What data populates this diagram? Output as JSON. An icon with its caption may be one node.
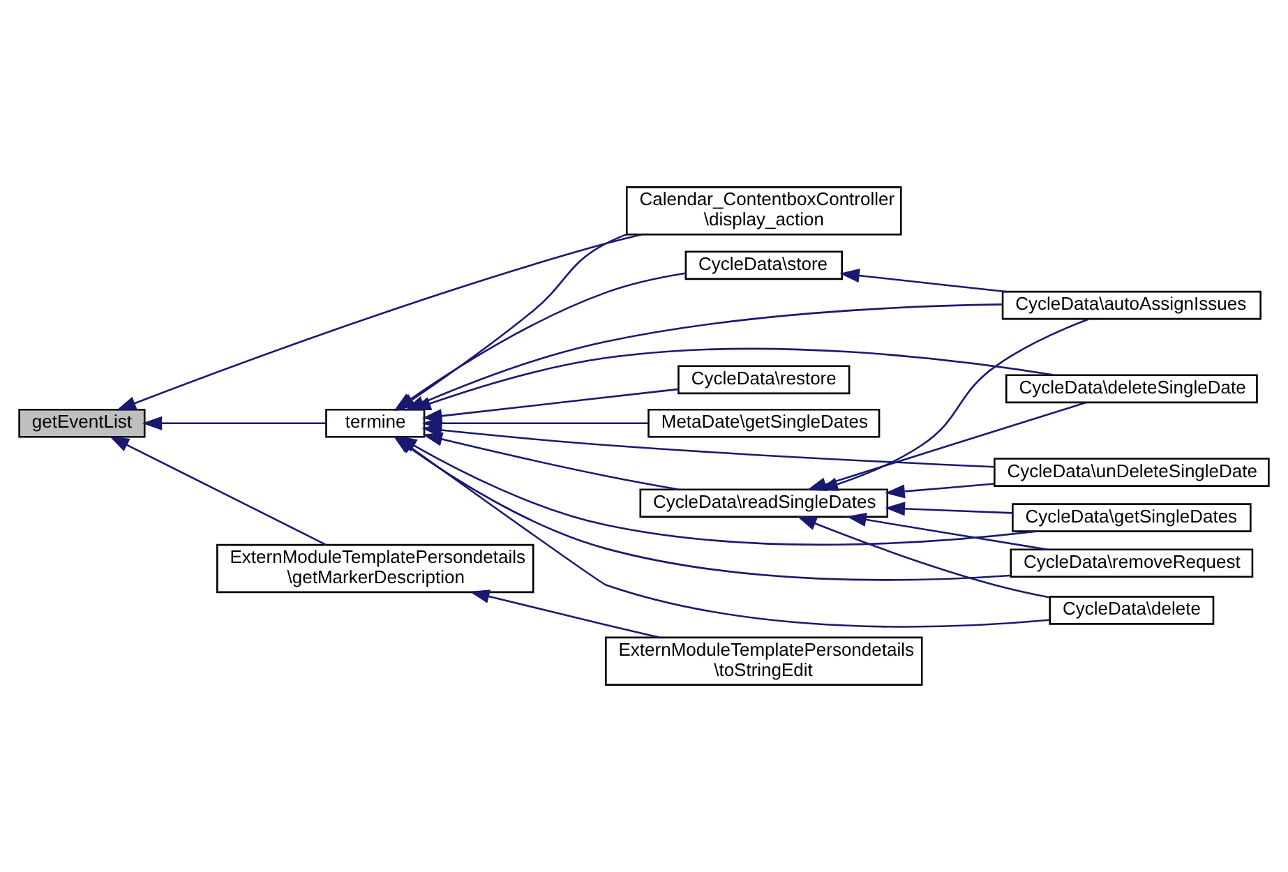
{
  "diagram": {
    "nodes": [
      {
        "text": [
          "getEventList"
        ]
      },
      {
        "text": [
          "termine"
        ]
      },
      {
        "text": [
          "Calendar_ContentboxController \\display_action"
        ]
      },
      {
        "text": [
          "ExternModuleTemplatePersondetails \\getMarkerDescription"
        ]
      },
      {
        "text": [
          "CycleData\\readSingleDates"
        ]
      },
      {
        "text": [
          "CycleData\\restore"
        ]
      },
      {
        "text": [
          "MetaDate\\getSingleDates"
        ]
      },
      {
        "text": [
          "CycleData\\store"
        ]
      },
      {
        "text": [
          "ExternModuleTemplatePersondetails \\toStringEdit"
        ]
      },
      {
        "text": [
          "CycleData\\deleteSingleDate"
        ]
      },
      {
        "text": [
          "CycleData\\unDeleteSingleDate"
        ]
      },
      {
        "text": [
          "CycleData\\getSingleDates"
        ]
      },
      {
        "text": [
          "CycleData\\removeRequest"
        ]
      },
      {
        "text": [
          "CycleData\\delete"
        ]
      },
      {
        "text": [
          "CycleData\\autoAssignIssues"
        ]
      }
    ],
    "edges": [
      {
        "from": 1,
        "to": 0,
        "arrow": "to"
      },
      {
        "from": 2,
        "to": 0,
        "arrow": "to"
      },
      {
        "from": 3,
        "to": 0,
        "arrow": "to"
      },
      {
        "from": 2,
        "to": 1,
        "arrow": "to"
      },
      {
        "from": 9,
        "to": 1,
        "arrow": "to"
      },
      {
        "from": 10,
        "to": 1,
        "arrow": "to"
      },
      {
        "from": 11,
        "to": 1,
        "arrow": "to"
      },
      {
        "from": 4,
        "to": 1,
        "arrow": "to"
      },
      {
        "from": 5,
        "to": 1,
        "arrow": "to"
      },
      {
        "from": 6,
        "to": 1,
        "arrow": "to"
      },
      {
        "from": 12,
        "to": 1,
        "arrow": "to"
      },
      {
        "from": 13,
        "to": 1,
        "arrow": "to"
      },
      {
        "from": 14,
        "to": 1,
        "arrow": "to"
      },
      {
        "from": 7,
        "to": 1,
        "arrow": "to"
      },
      {
        "from": 9,
        "to": 4,
        "arrow": "to"
      },
      {
        "from": 10,
        "to": 4,
        "arrow": "to"
      },
      {
        "from": 11,
        "to": 4,
        "arrow": "to"
      },
      {
        "from": 12,
        "to": 4,
        "arrow": "to"
      },
      {
        "from": 13,
        "to": 4,
        "arrow": "to"
      },
      {
        "from": 14,
        "to": 4,
        "arrow": "to"
      },
      {
        "from": 14,
        "to": 7,
        "arrow": "to"
      },
      {
        "from": 8,
        "to": 3,
        "arrow": "to"
      }
    ]
  }
}
